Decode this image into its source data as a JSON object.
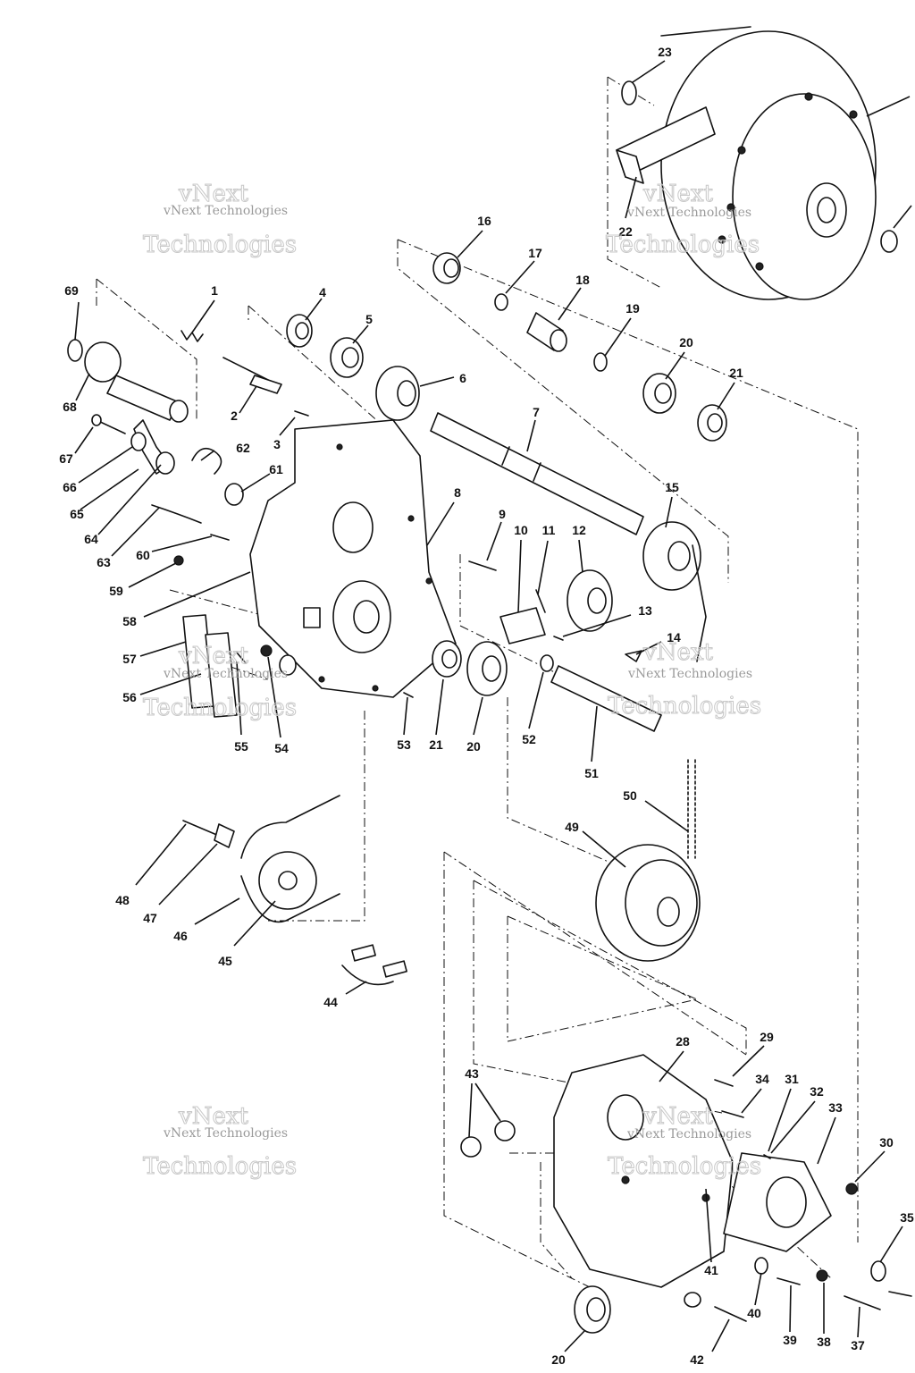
{
  "diagram": {
    "part_numbers": [
      "1",
      "2",
      "3",
      "4",
      "5",
      "6",
      "7",
      "8",
      "9",
      "10",
      "11",
      "12",
      "13",
      "14",
      "15",
      "16",
      "17",
      "18",
      "19",
      "20",
      "21",
      "22",
      "23",
      "28",
      "29",
      "30",
      "31",
      "32",
      "33",
      "34",
      "35",
      "37",
      "38",
      "39",
      "40",
      "41",
      "42",
      "43",
      "44",
      "45",
      "46",
      "47",
      "48",
      "49",
      "50",
      "51",
      "52",
      "53",
      "54",
      "55",
      "56",
      "57",
      "58",
      "59",
      "60",
      "61",
      "62",
      "63",
      "64",
      "65",
      "66",
      "67",
      "68",
      "69"
    ],
    "repeated_labels": {
      "part_20_b": "20",
      "part_20_c": "20",
      "part_21_b": "21"
    },
    "watermark": {
      "small": "vNext Technologies",
      "large_top": "vNext",
      "large_bottom": "Technologies"
    }
  }
}
